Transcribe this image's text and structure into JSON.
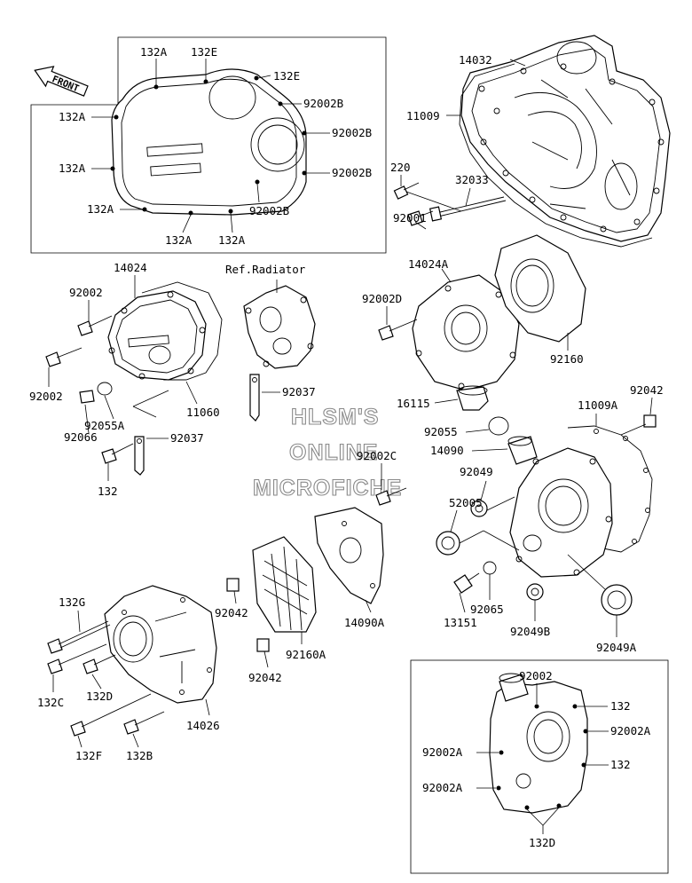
{
  "front_arrow": "FRONT",
  "ref_radiator": "Ref.Radiator",
  "watermark": [
    "HLSM'S",
    "ONLINE",
    "MICROFICHE"
  ],
  "inset1_labels": {
    "a1": "132A",
    "a2": "132E",
    "a3": "132E",
    "a4": "92002B",
    "a5": "132A",
    "a6": "92002B",
    "a7": "132A",
    "a8": "92002B",
    "a9": "132A",
    "a10": "92002B",
    "a11": "132A",
    "a12": "132A"
  },
  "labels": {
    "l14032": "14032",
    "l11009": "11009",
    "l220": "220",
    "l32033": "32033",
    "l92001": "92001",
    "l14024": "14024",
    "l92002a": "92002",
    "l92002b": "92002",
    "l11060": "11060",
    "l92055a": "92055A",
    "l92066": "92066",
    "l92037a": "92037",
    "l92037b": "92037",
    "l132": "132",
    "l14024a": "14024A",
    "l92002d": "92002D",
    "l92160": "92160",
    "l16115": "16115",
    "l11009a": "11009A",
    "l92042a": "92042",
    "l92055": "92055",
    "l14090": "14090",
    "l92002c": "92002C",
    "l92049a": "92049",
    "l52005": "52005",
    "l132g": "132G",
    "l92042b": "92042",
    "l14090a": "14090A",
    "l92160a": "92160A",
    "l92042c": "92042",
    "l132c": "132C",
    "l132d": "132D",
    "l14026": "14026",
    "l132f": "132F",
    "l132b": "132B",
    "l13151": "13151",
    "l92065": "92065",
    "l92049b": "92049B",
    "l92049c": "92049A"
  },
  "inset2_labels": {
    "b1": "92002",
    "b2": "132",
    "b3": "92002A",
    "b4": "92002A",
    "b5": "132",
    "b6": "92002A",
    "b7": "132D"
  }
}
